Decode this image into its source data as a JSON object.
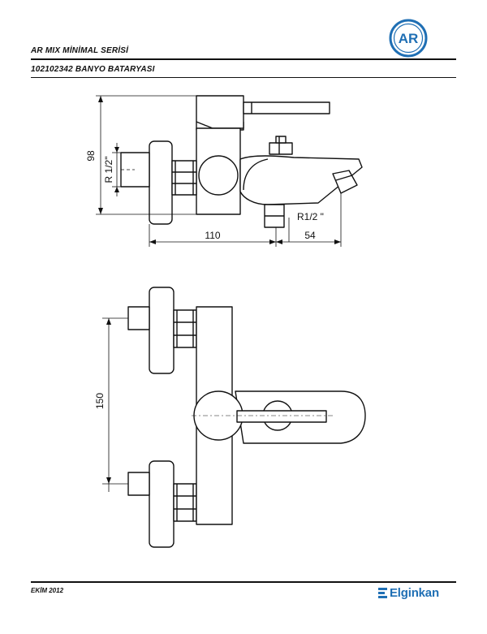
{
  "header": {
    "logo_text": "AR",
    "series_title": "AR MIX MİNİMAL SERİSİ",
    "product_code": "102102342 BANYO BATARYASI"
  },
  "side_view": {
    "dim_height": "98",
    "dim_inlet": "R 1/2\"",
    "dim_outlet": "R1/2 \"",
    "dim_width": "110",
    "dim_spout": "54"
  },
  "top_view": {
    "dim_spacing": "150"
  },
  "footer": {
    "date": "EKİM 2012",
    "brand": "Elginkan"
  },
  "colors": {
    "line": "#111111",
    "brand_blue": "#1f6fb4"
  }
}
